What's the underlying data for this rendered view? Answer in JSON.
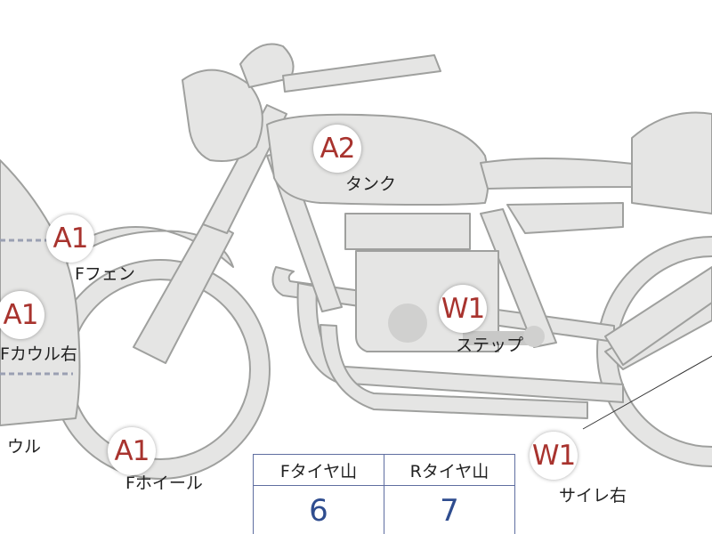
{
  "colors": {
    "fill": "#e5e5e4",
    "stroke": "#9fa09e",
    "badge_text": "#a8332e",
    "value_text": "#2f4d8f",
    "table_border": "#5f6ea0"
  },
  "markers": [
    {
      "code": "A2",
      "label": "タンク"
    },
    {
      "code": "A1",
      "label": "Fフェン"
    },
    {
      "code": "A1",
      "label": "Fカウル右"
    },
    {
      "code": "A1",
      "label": "Fホイール"
    },
    {
      "code": "W1",
      "label": "ステップ"
    },
    {
      "code": "W1",
      "label": "サイレ右"
    }
  ],
  "partial_label": "ウル",
  "tire_table": {
    "front_header": "Fタイヤ山",
    "rear_header": "Rタイヤ山",
    "front_value": "6",
    "rear_value": "7"
  }
}
